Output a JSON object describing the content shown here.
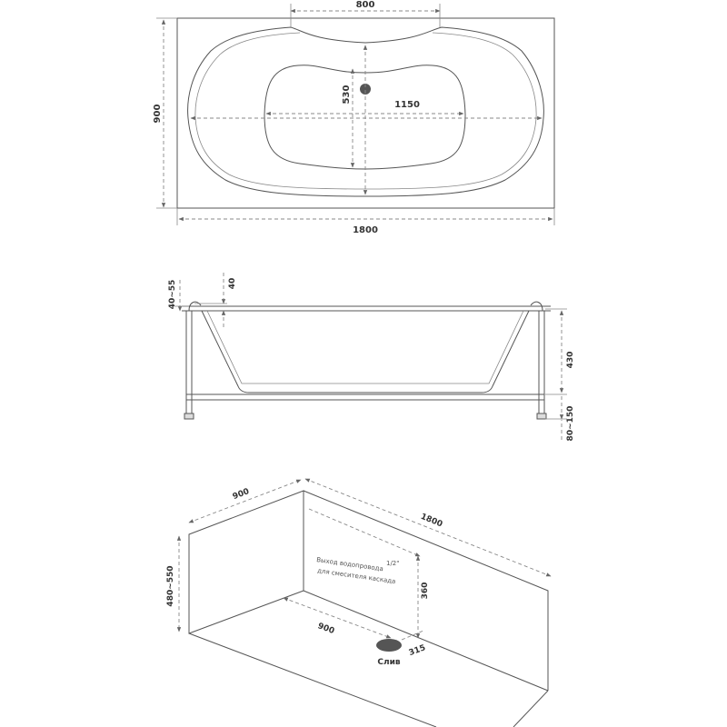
{
  "plan": {
    "dim_top": "800",
    "dim_left": "900",
    "dim_inner_vertical": "530",
    "dim_inner_horizontal": "1150",
    "dim_bottom": "1800"
  },
  "section": {
    "dim_rim": "40~55",
    "dim_wall": "40",
    "dim_depth": "430",
    "dim_legs": "80~150"
  },
  "iso": {
    "dim_width": "900",
    "dim_length": "1800",
    "dim_height": "480~550",
    "dim_mixer_height": "360",
    "dim_drain_offset": "900",
    "dim_drain_size": "315",
    "mixer_note_line1": "Выход водопровода",
    "mixer_note_fraction": "1/2\"",
    "mixer_note_line2": "для смесителя каскада",
    "drain_label": "Слив"
  },
  "colors": {
    "line": "#555555",
    "dimension": "#888888",
    "drain": "#555555"
  }
}
